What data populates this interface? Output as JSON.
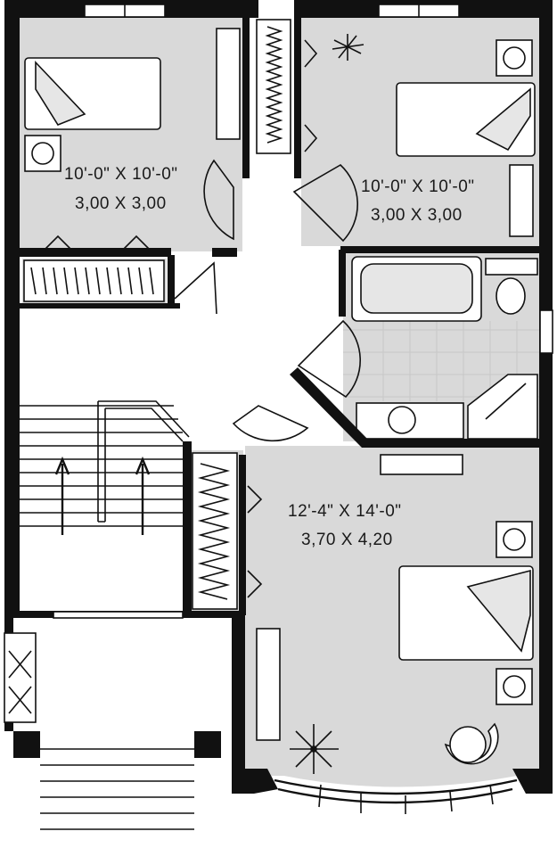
{
  "rooms": {
    "bedroom_top_left": {
      "dim_imperial": "10'-0\" X 10'-0\"",
      "dim_metric": "3,00 X 3,00"
    },
    "bedroom_top_right": {
      "dim_imperial": "10'-0\" X 10'-0\"",
      "dim_metric": "3,00 X 3,00"
    },
    "bedroom_master": {
      "dim_imperial": "12'-4\" X 14'-0\"",
      "dim_metric": "3,70 X 4,20"
    }
  },
  "colors": {
    "wall": "#111111",
    "floor": "#d9d9d9",
    "background": "#ffffff"
  }
}
